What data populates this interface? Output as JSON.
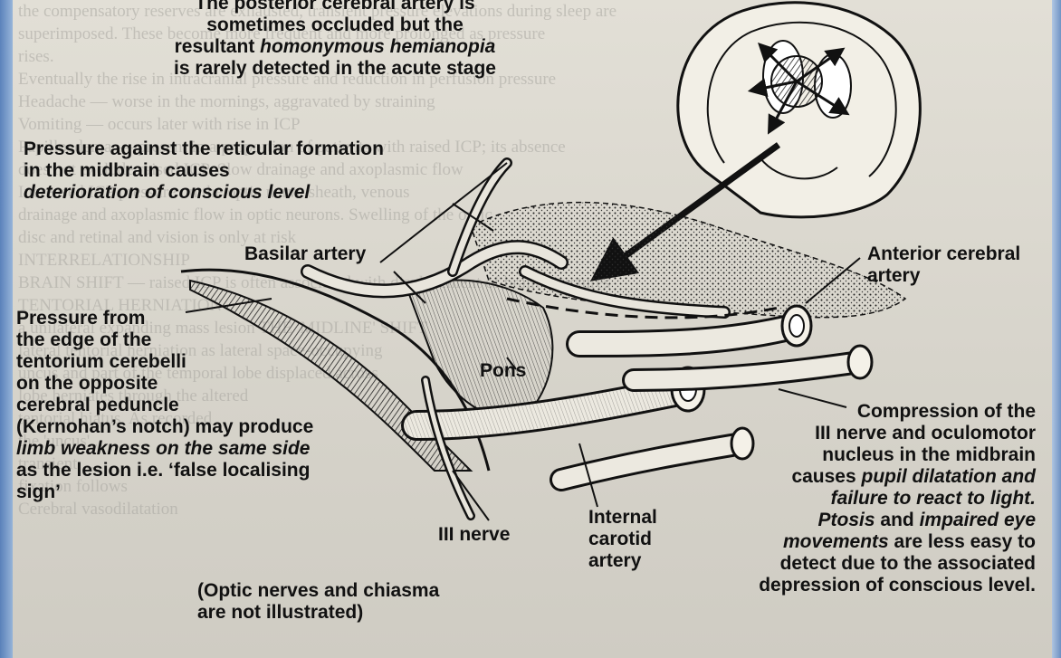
{
  "labels": {
    "posterior": {
      "line1": "The posterior cerebral artery is",
      "line2": "sometimes occluded but the",
      "line3_plain": "resultant ",
      "line3_italic": "homonymous hemianopia",
      "line4": "is rarely detected in the acute stage"
    },
    "reticular": {
      "line1": "Pressure against the reticular formation",
      "line2": "in the midbrain causes",
      "line3_italic": "deterioration of conscious level"
    },
    "basilar": "Basilar artery",
    "anterior": {
      "line1": "Anterior cerebral",
      "line2": "artery"
    },
    "tentorium": {
      "line1": "Pressure from",
      "line2": "the edge of the",
      "line3": "tentorium cerebelli",
      "line4": "on the opposite",
      "line5": "cerebral peduncle",
      "line6": "(Kernohan’s notch) may produce",
      "line7_italic": "limb weakness on the same side",
      "line8": "as the lesion i.e. ‘false localising",
      "line9": "sign’"
    },
    "pons": "Pons",
    "compression": {
      "line1": "Compression of the",
      "line2": "III nerve and oculomotor",
      "line3": "nucleus in the midbrain",
      "line4_plain": "causes ",
      "line4_italic": "pupil dilatation and",
      "line5_italic": "failure to react to light.",
      "line6_italic1": "Ptosis",
      "line6_plain": " and ",
      "line6_italic2": "impaired eye",
      "line7_italic": "movements",
      "line7_plain": " are less easy to",
      "line8": "detect due to the associated",
      "line9": "depression of conscious level."
    },
    "iii_nerve": "III nerve",
    "carotid": {
      "line1": "Internal",
      "line2": "carotid",
      "line3": "artery"
    },
    "optic": {
      "line1": "(Optic nerves and chiasma",
      "line2": "are not illustrated)"
    }
  },
  "background_text": [
    "the compensatory reserves are exhausted, transient pressure elevations during sleep are",
    "superimposed. These become more frequent and more prolonged as pressure",
    "rises.",
    "  Eventually the rise in intracranial pressure and reduction in perfusion pressure",
    "  Headache — worse in the mornings, aggravated by straining",
    "  Vomiting — occurs later with rise in ICP",
    "  Papilloedema — present in a proportion of patients with raised ICP; its absence",
    "  does not exclude raised ICP. Slow drainage and axoplasmic flow",
    "  Increased ICP pressure on the optic nerve sheath, venous",
    "  drainage and axoplasmic flow in optic neurons. Swelling of the optic",
    "  disc and retinal and vision is only at risk",
    "INTERRELATIONSHIP",
    "BRAIN SHIFT — raised ICP is often associated with displacement of brain structures",
    "TENTORIAL HERNIATION",
    "a unilateral expanding mass lesion             THE 'MIDLINE' SHIFT",
    "lateral tentorial herniation as                lateral space-occupying",
    "uncus and part of the temporal lobe            displaced across",
    "lobe herniates through the                     altered",
    "tentorial hiatus. As                           recorded",
    "the 'uncus' ...",
    "transient ...",
    "fixation follows",
    "Cerebral vasodilatation"
  ]
}
